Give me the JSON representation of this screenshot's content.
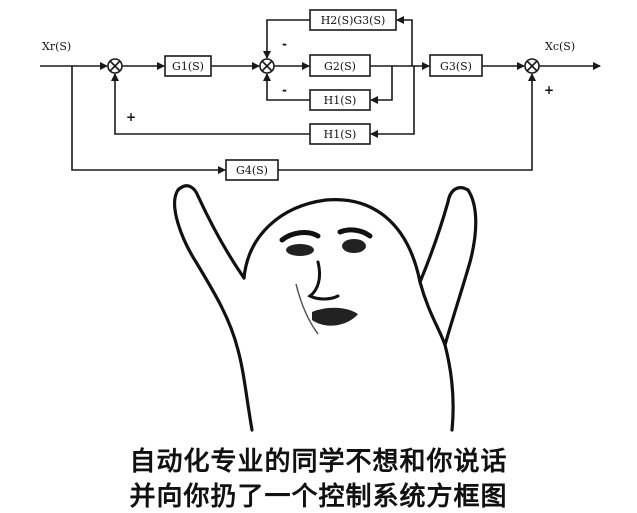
{
  "diagram": {
    "input": "Xr(S)",
    "output": "Xc(S)",
    "blocks": {
      "g1": "G1(S)",
      "g2": "G2(S)",
      "g3": "G3(S)",
      "g4": "G4(S)",
      "h2g3": "H2(S)G3(S)",
      "h1_inner": "H1(S)",
      "h1_outer": "H1(S)"
    },
    "signs": {
      "sum2_top": "-",
      "sum2_bottom": "-",
      "sum1_bottom": "+",
      "sum3_bottom": "+"
    }
  },
  "caption": {
    "line1": "自动化专业的同学不想和你说话",
    "line2": "并向你扔了一个控制系统方框图"
  }
}
